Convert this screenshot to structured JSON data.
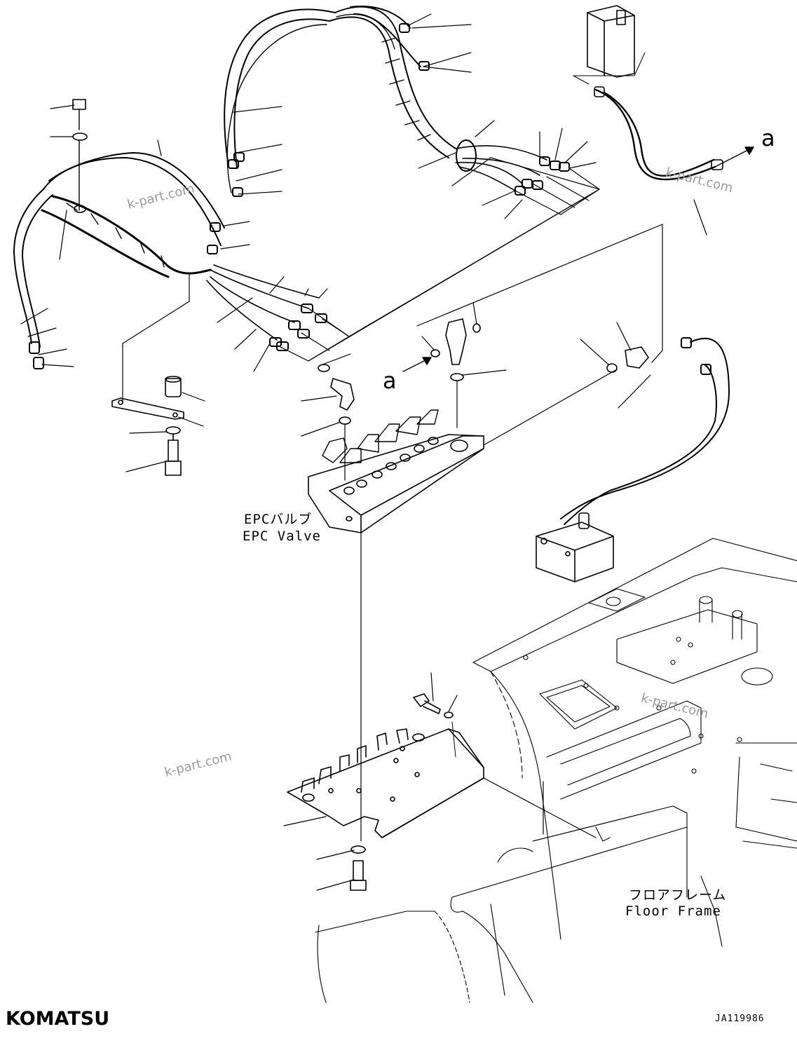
{
  "labels": {
    "epc_valve_jp": "EPCバルブ",
    "epc_valve_en": "EPC Valve",
    "floor_frame_jp": "フロアフレーム",
    "floor_frame_en": "Floor Frame",
    "callout_a_top": "a",
    "callout_a_mid": "a"
  },
  "watermarks": [
    "k-part.com",
    "k-part.com",
    "k-part.com",
    "k-part.com"
  ],
  "brand": {
    "logo": "KOMATSU"
  },
  "drawing_code": "JA119986"
}
